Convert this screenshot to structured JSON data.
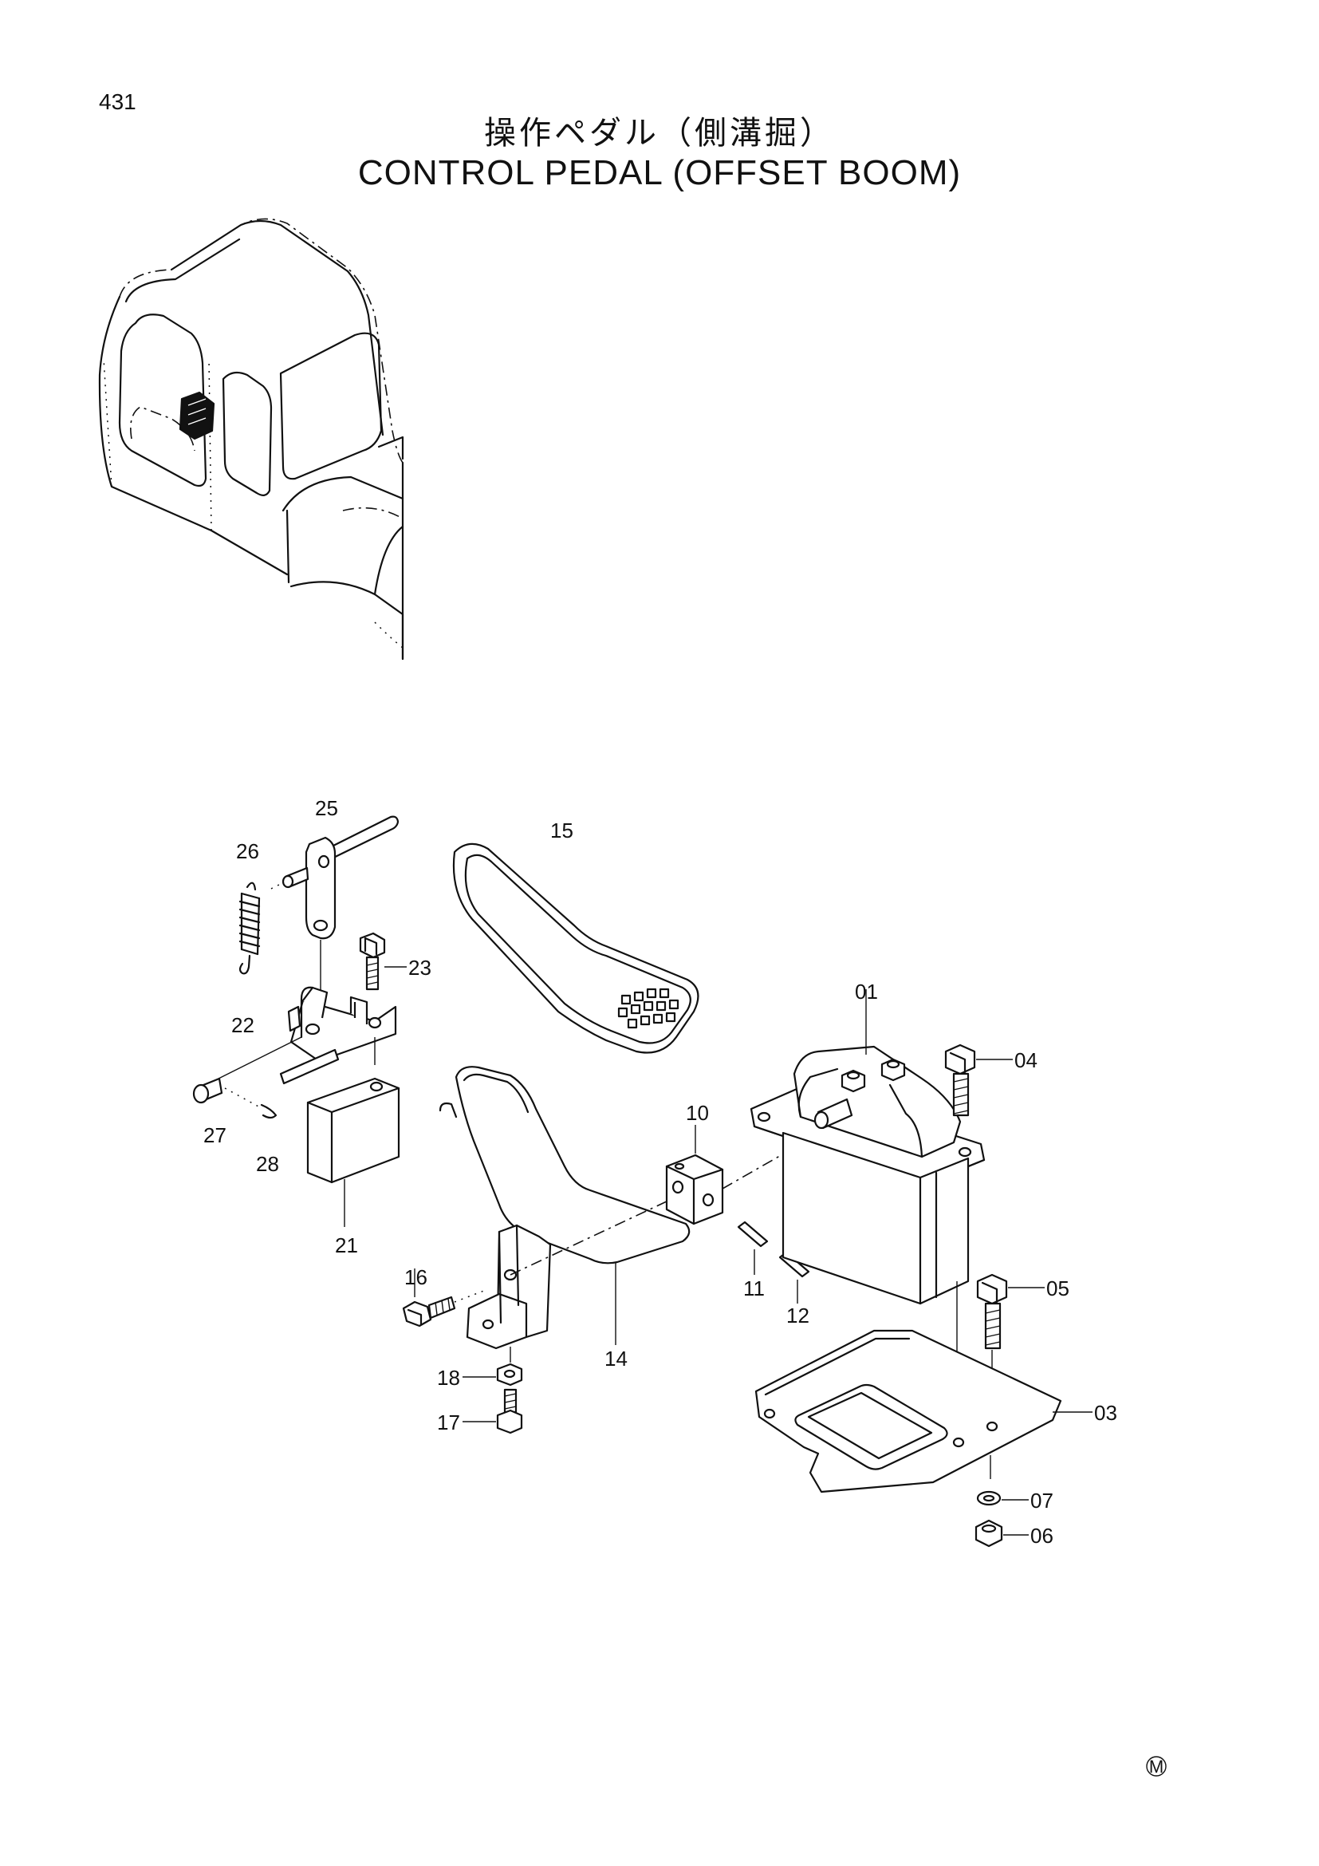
{
  "page_number": "431",
  "title_jp": "操作ペダル（側溝掘）",
  "title_en": "CONTROL PEDAL (OFFSET BOOM)",
  "part_labels": {
    "p01": "01",
    "p03": "03",
    "p04": "04",
    "p05": "05",
    "p06": "06",
    "p07": "07",
    "p10": "10",
    "p11": "11",
    "p12": "12",
    "p14": "14",
    "p15": "15",
    "p16": "16",
    "p17": "17",
    "p18": "18",
    "p21": "21",
    "p22": "22",
    "p23": "23",
    "p25": "25",
    "p26": "26",
    "p27": "27",
    "p28": "28"
  },
  "corner_mark": "M"
}
